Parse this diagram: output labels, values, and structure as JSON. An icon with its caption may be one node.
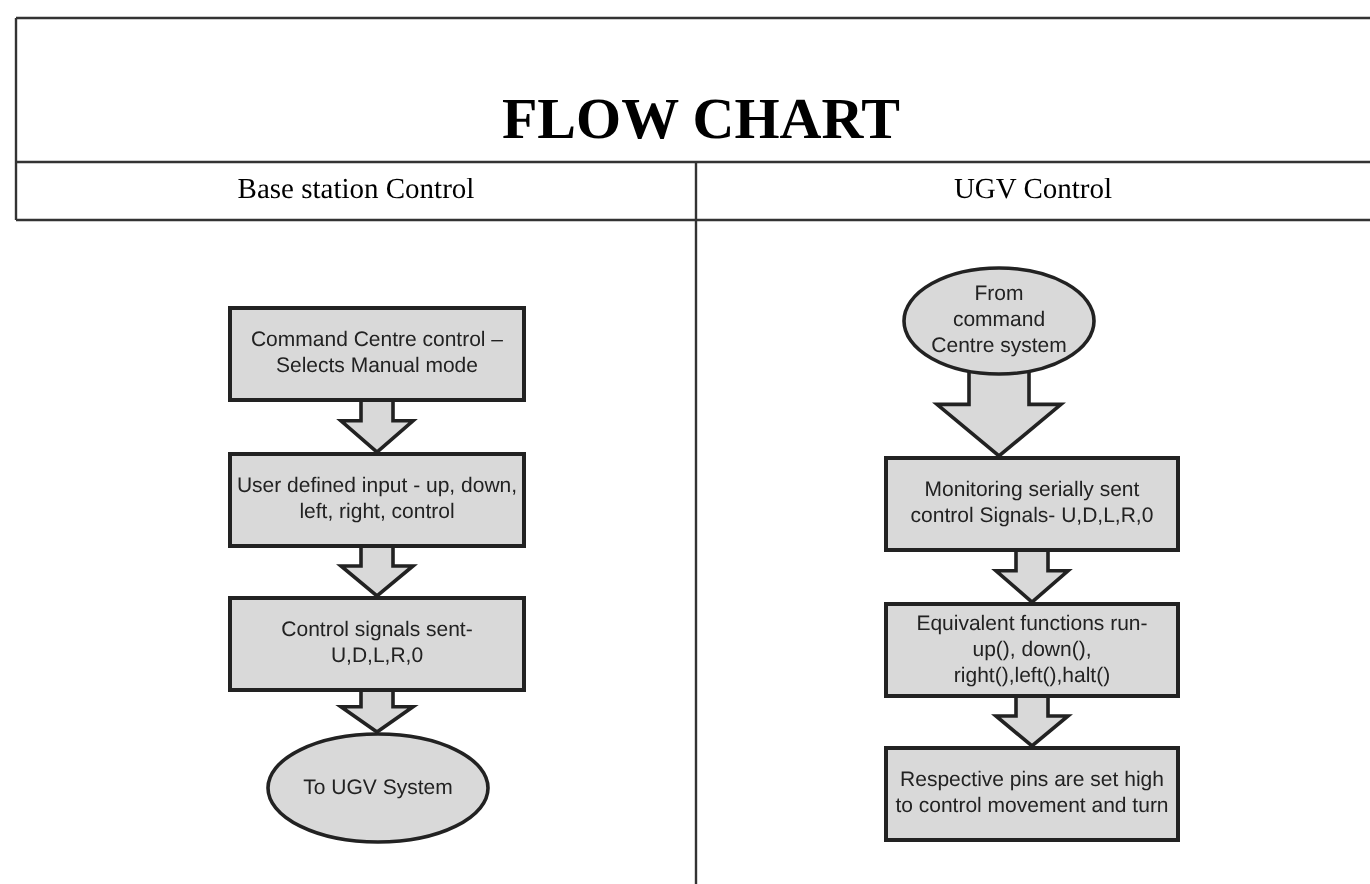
{
  "diagram": {
    "title": "FLOW CHART",
    "labels": [
      "Base station Control",
      "UGV Control"
    ],
    "nodes": [
      {
        "text": [
          "Command Centre control – Selects Manual mode"
        ]
      },
      {
        "text": [
          "User defined input - up, down, left, right, control"
        ]
      },
      {
        "text": [
          "Control signals sent- U,D,L,R,0"
        ]
      },
      {
        "text": [
          "To UGV System"
        ]
      },
      {
        "text": [
          "From command Centre system"
        ]
      },
      {
        "text": [
          "Monitoring serially sent control Signals- U,D,L,R,0"
        ]
      },
      {
        "text": [
          "Equivalent functions run- up(), down(), right(),left(),halt()"
        ]
      },
      {
        "text": [
          "Respective pins are set high to control movement and turn"
        ]
      }
    ],
    "edges": [
      {
        "from": 0,
        "to": 1,
        "arrow": "to"
      },
      {
        "from": 1,
        "to": 2,
        "arrow": "to"
      },
      {
        "from": 2,
        "to": 3,
        "arrow": "to"
      },
      {
        "from": 4,
        "to": 5,
        "arrow": "to"
      },
      {
        "from": 5,
        "to": 6,
        "arrow": "to"
      },
      {
        "from": 6,
        "to": 7,
        "arrow": "to"
      }
    ]
  }
}
